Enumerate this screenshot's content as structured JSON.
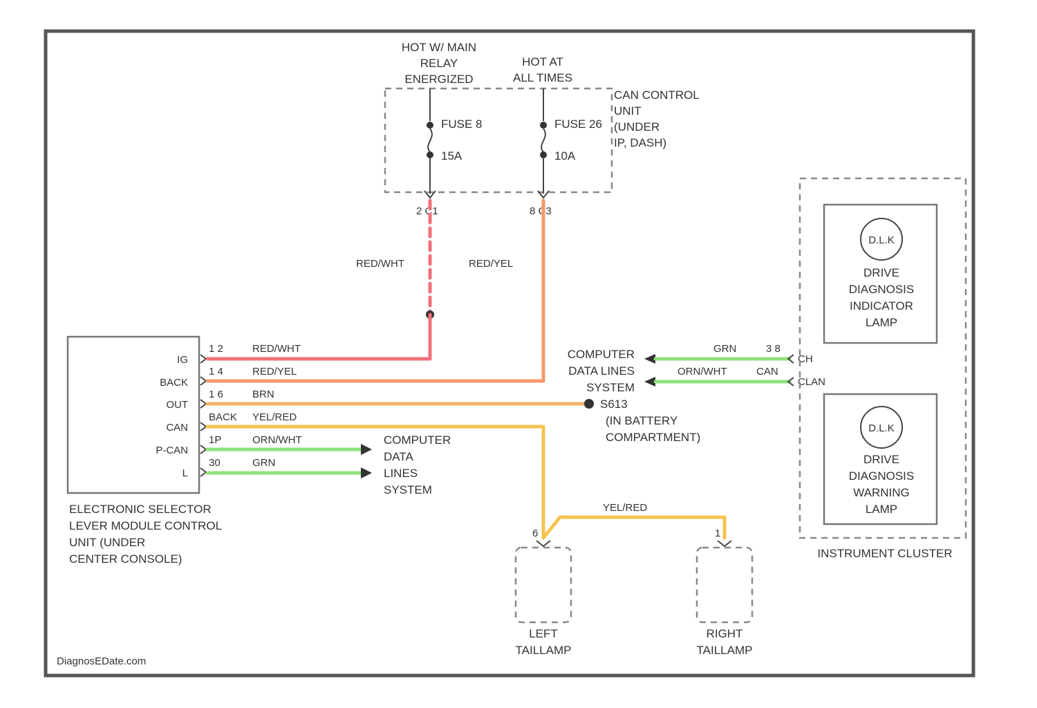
{
  "colors": {
    "red_wht": "#f0707a",
    "red_yel": "#f59a6a",
    "brn": "#f2b36a",
    "yel_red": "#f5c44f",
    "grn": "#8ee27a",
    "background": "#ffffff"
  },
  "diagram": {
    "sources": {
      "left_label": [
        "HOT W/ MAIN",
        "RELAY",
        "ENERGIZED"
      ],
      "right_label": [
        "HOT AT",
        "ALL TIMES"
      ]
    },
    "fuse_block": {
      "label": [
        "CAN CONTROL",
        "UNIT",
        "(UNDER",
        "IP, DASH)"
      ],
      "fuse_a": {
        "name": "FUSE 8",
        "rating": "15A"
      },
      "fuse_b": {
        "name": "FUSE 26",
        "rating": "10A"
      },
      "conn_a": "2  C1",
      "conn_b": "8  C3"
    },
    "wire_labels": {
      "red_wht": "RED/WHT",
      "red_yel": "RED/YEL",
      "yel_red": "YEL/RED"
    },
    "module": {
      "pins": [
        "IG",
        "BACK",
        "OUT",
        "CAN",
        "P-CAN",
        "L"
      ],
      "pin_numbers": [
        "1  2",
        "1  4",
        "1  6",
        "BACK",
        "1P",
        "30"
      ],
      "wire_names": [
        "RED/WHT",
        "RED/YEL",
        "BRN",
        "YEL/RED",
        "ORN/WHT",
        "GRN"
      ],
      "label": [
        "ELECTRONIC SELECTOR",
        "LEVER MODULE CONTROL",
        "UNIT (UNDER",
        "CENTER CONSOLE)"
      ]
    },
    "data_lines_mid": {
      "label": [
        "COMPUTER",
        "DATA LINES",
        "SYSTEM"
      ],
      "splice": "S613",
      "splice_location": [
        "(IN BATTERY",
        "COMPARTMENT)"
      ]
    },
    "data_lines_low": {
      "label": [
        "COMPUTER",
        "DATA",
        "LINES",
        "SYSTEM"
      ]
    },
    "cluster": {
      "wires": [
        {
          "name": "GRN",
          "pin": "3  8",
          "terminal": "CH"
        },
        {
          "name": "ORN/WHT",
          "pin": "CAN",
          "terminal": "CLAN"
        }
      ],
      "lamp1": [
        "DRIVE",
        "DIAGNOSIS",
        "INDICATOR",
        "LAMP"
      ],
      "lamp2": [
        "DRIVE",
        "DIAGNOSIS",
        "WARNING",
        "LAMP"
      ],
      "lamp_symbol": "D.L.K",
      "label": "INSTRUMENT CLUSTER"
    },
    "taillamps": {
      "left": [
        "LEFT",
        "TAILLAMP"
      ],
      "right": [
        "RIGHT",
        "TAILLAMP"
      ],
      "left_pin": "6",
      "right_pin": "1"
    },
    "watermark": "DiagnosEDate.com"
  }
}
